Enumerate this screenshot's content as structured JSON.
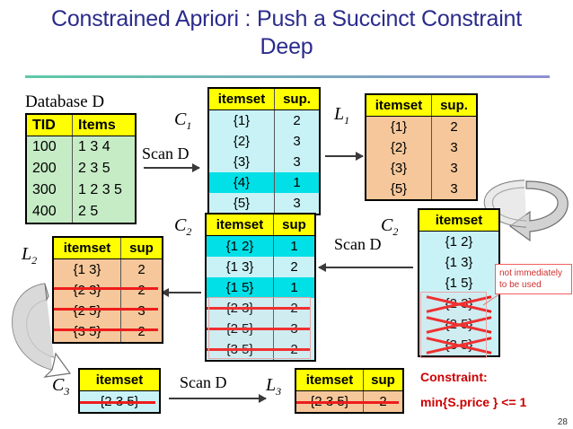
{
  "slide": {
    "title_line1": "Constrained Apriori : Push a Succinct Constraint",
    "title_line2": "Deep",
    "page_number": "28",
    "accent_left": "#5ec9a6",
    "accent_right": "#8f8fd0",
    "title_color": "#2b2b8c",
    "strike_color": "#ee1c1c",
    "constraint_color": "#cc0000"
  },
  "database": {
    "caption": "Database D",
    "headers": [
      "TID",
      "Items"
    ],
    "rows": [
      {
        "tid": "100",
        "items": "1 3 4"
      },
      {
        "tid": "200",
        "items": "2 3 5"
      },
      {
        "tid": "300",
        "items": "1 2 3 5"
      },
      {
        "tid": "400",
        "items": "2 5"
      }
    ]
  },
  "c1": {
    "label": "C",
    "sub": "1",
    "headers": [
      "itemset",
      "sup."
    ],
    "rows": [
      {
        "itemset": "{1}",
        "sup": "2",
        "highlight": false
      },
      {
        "itemset": "{2}",
        "sup": "3",
        "highlight": false
      },
      {
        "itemset": "{3}",
        "sup": "3",
        "highlight": false
      },
      {
        "itemset": "{4}",
        "sup": "1",
        "highlight": true
      },
      {
        "itemset": "{5}",
        "sup": "3",
        "highlight": false
      }
    ]
  },
  "l1": {
    "label": "L",
    "sub": "1",
    "headers": [
      "itemset",
      "sup."
    ],
    "rows": [
      {
        "itemset": "{1}",
        "sup": "2"
      },
      {
        "itemset": "{2}",
        "sup": "3"
      },
      {
        "itemset": "{3}",
        "sup": "3"
      },
      {
        "itemset": "{5}",
        "sup": "3"
      }
    ]
  },
  "c2_right": {
    "label": "C",
    "sub": "2",
    "headers": [
      "itemset"
    ],
    "rows": [
      {
        "itemset": "{1 2}",
        "crossed": false
      },
      {
        "itemset": "{1 3}",
        "crossed": false
      },
      {
        "itemset": "{1 5}",
        "crossed": false
      },
      {
        "itemset": "{2 3}",
        "crossed": true
      },
      {
        "itemset": "{2 5}",
        "crossed": true
      },
      {
        "itemset": "{3 5}",
        "crossed": true
      }
    ]
  },
  "c2_middle": {
    "label": "C",
    "sub": "2",
    "headers": [
      "itemset",
      "sup"
    ],
    "rows": [
      {
        "itemset": "{1 2}",
        "sup": "1",
        "highlight": true,
        "struck": false
      },
      {
        "itemset": "{1 3}",
        "sup": "2",
        "highlight": false,
        "struck": false
      },
      {
        "itemset": "{1 5}",
        "sup": "1",
        "highlight": true,
        "struck": false
      },
      {
        "itemset": "{2 3}",
        "sup": "2",
        "highlight": false,
        "struck": true
      },
      {
        "itemset": "{2 5}",
        "sup": "3",
        "highlight": false,
        "struck": true
      },
      {
        "itemset": "{3 5}",
        "sup": "2",
        "highlight": false,
        "struck": true
      }
    ]
  },
  "l2": {
    "label": "L",
    "sub": "2",
    "headers": [
      "itemset",
      "sup"
    ],
    "rows": [
      {
        "itemset": "{1 3}",
        "sup": "2",
        "struck": false
      },
      {
        "itemset": "{2 3}",
        "sup": "2",
        "struck": true
      },
      {
        "itemset": "{2 5}",
        "sup": "3",
        "struck": true
      },
      {
        "itemset": "{3 5}",
        "sup": "2",
        "struck": true
      }
    ]
  },
  "c3": {
    "label": "C",
    "sub": "3",
    "headers": [
      "itemset"
    ],
    "rows": [
      {
        "itemset": "{2 3 5}",
        "struck": true
      }
    ]
  },
  "l3": {
    "label": "L",
    "sub": "3",
    "headers": [
      "itemset",
      "sup"
    ],
    "rows": [
      {
        "itemset": "{2 3 5}",
        "sup": "2",
        "struck": true
      }
    ]
  },
  "arrows": {
    "scan_d_1": "Scan D",
    "scan_d_2": "Scan D",
    "scan_d_3": "Scan D"
  },
  "callout": {
    "line1": "not immediately",
    "line2": "to be used"
  },
  "constraint": {
    "title": "Constraint:",
    "expression": "min{S.price } <= 1"
  }
}
